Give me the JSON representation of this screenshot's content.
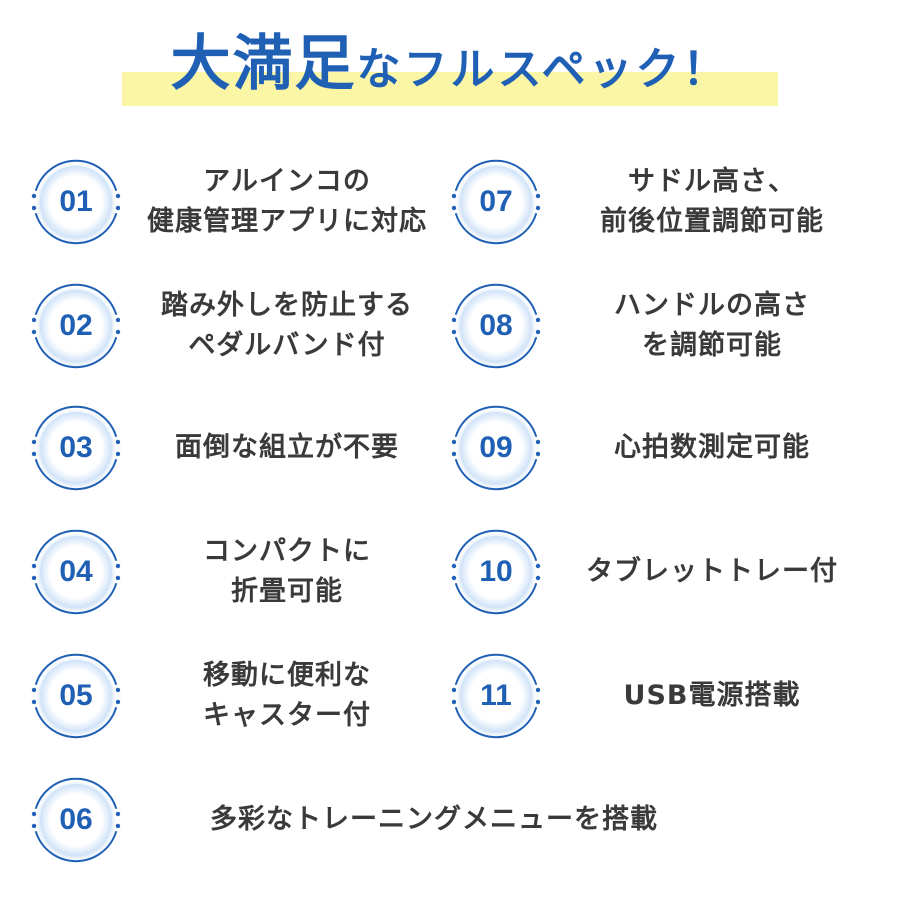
{
  "title": {
    "part1": "大満足",
    "part2": "なフルスペック！"
  },
  "colors": {
    "accent": "#1f5fb4",
    "highlight": "#fbf6a6",
    "text": "#3a3a3a"
  },
  "features": [
    {
      "num": "01",
      "lines": [
        "アルインコの",
        "健康管理アプリに対応"
      ]
    },
    {
      "num": "02",
      "lines": [
        "踏み外しを防止する",
        "ペダルバンド付"
      ]
    },
    {
      "num": "03",
      "lines": [
        "面倒な組立が不要"
      ]
    },
    {
      "num": "04",
      "lines": [
        "コンパクトに",
        "折畳可能"
      ]
    },
    {
      "num": "05",
      "lines": [
        "移動に便利な",
        "キャスター付"
      ]
    },
    {
      "num": "06",
      "lines": [
        "多彩なトレーニングメニューを搭載"
      ]
    },
    {
      "num": "07",
      "lines": [
        "サドル高さ、",
        "前後位置調節可能"
      ]
    },
    {
      "num": "08",
      "lines": [
        "ハンドルの高さ",
        "を調節可能"
      ]
    },
    {
      "num": "09",
      "lines": [
        "心拍数測定可能"
      ]
    },
    {
      "num": "10",
      "lines": [
        "タブレットトレー付"
      ]
    },
    {
      "num": "11",
      "lines": [
        "USB電源搭載"
      ]
    }
  ]
}
